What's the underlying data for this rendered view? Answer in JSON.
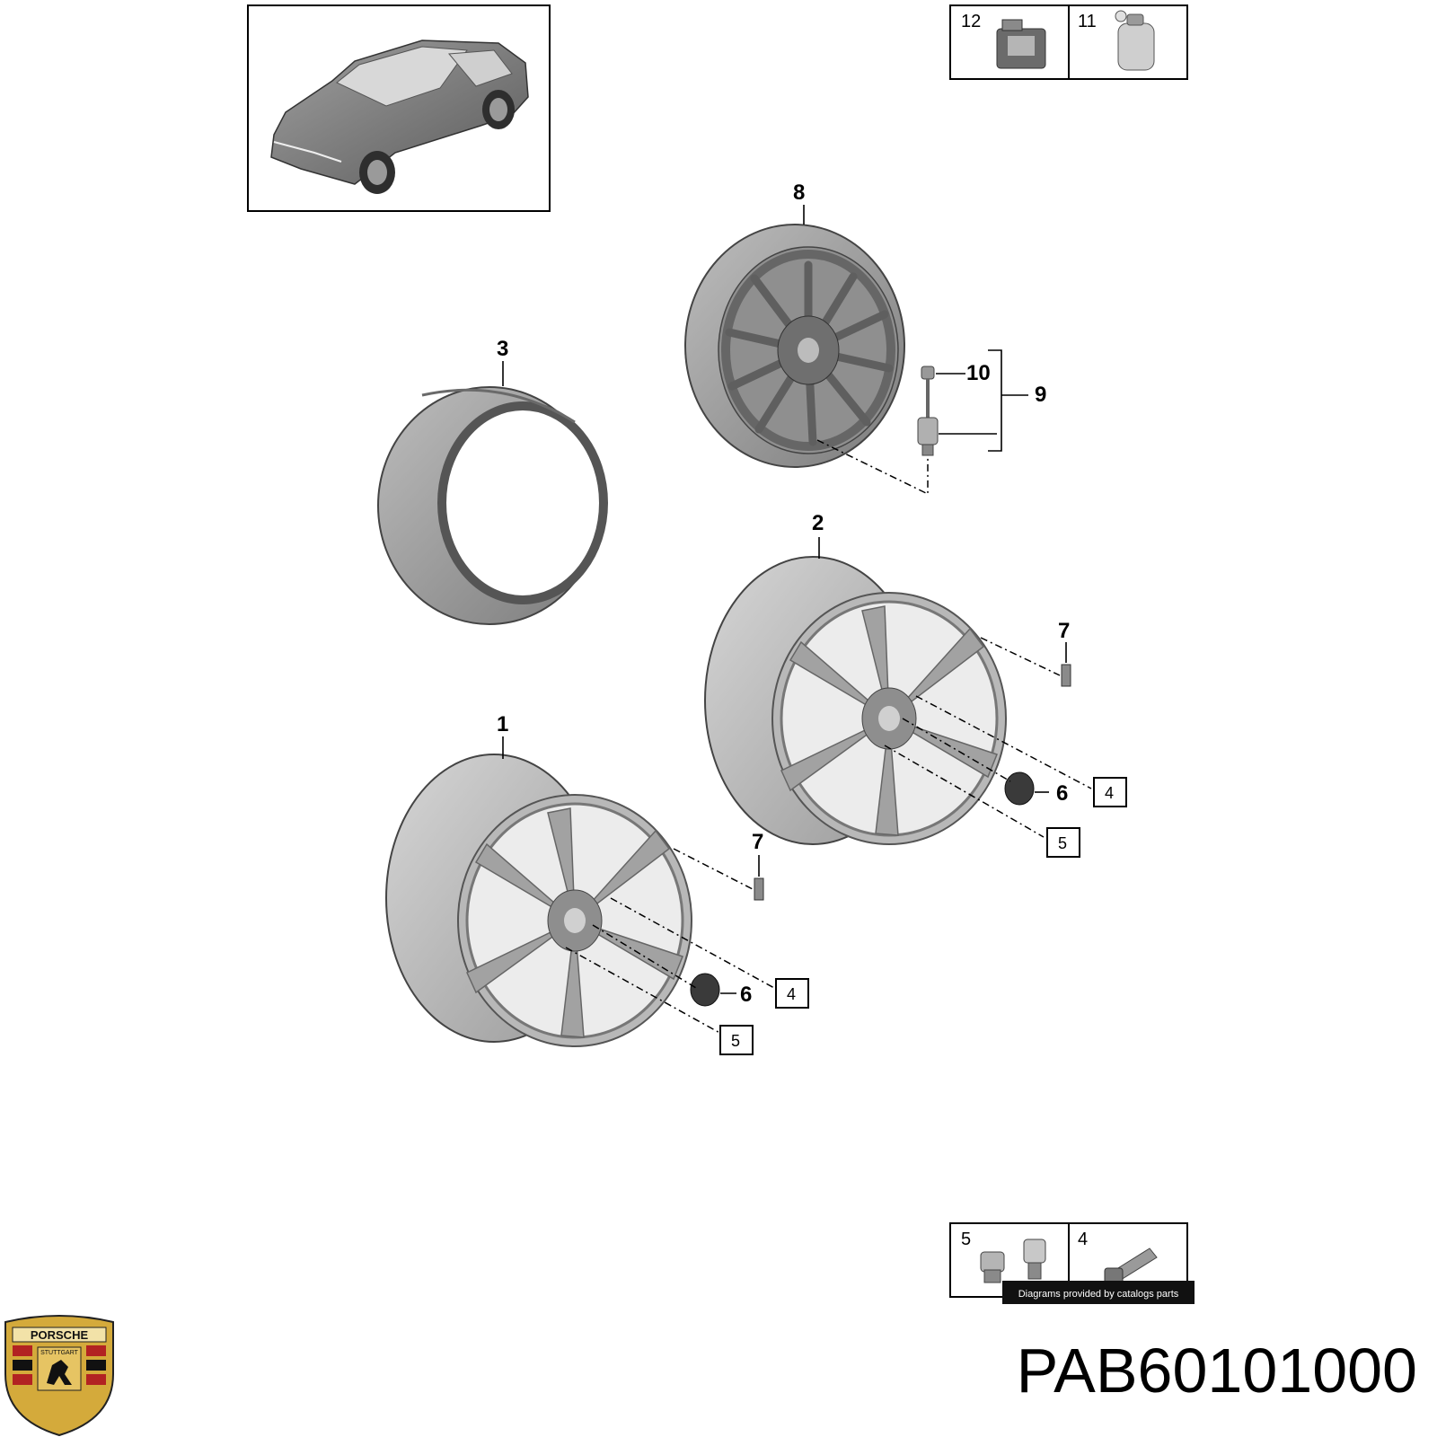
{
  "callouts": {
    "c1": "1",
    "c2": "2",
    "c3": "3",
    "c6a": "6",
    "c6b": "6",
    "c7a": "7",
    "c7b": "7",
    "c8": "8",
    "c9": "9",
    "c10": "10"
  },
  "boxed_labels": {
    "b4a": "4",
    "b4b": "4",
    "b5a": "5",
    "b5b": "5"
  },
  "insets": {
    "top_left": "12",
    "top_right": "11",
    "bottom_left": "5",
    "bottom_right": "4"
  },
  "credit": "Diagrams provided by catalogs parts",
  "part_number": "PAB60101000",
  "logo": {
    "brand": "PORSCHE",
    "city": "STUTTGART"
  }
}
